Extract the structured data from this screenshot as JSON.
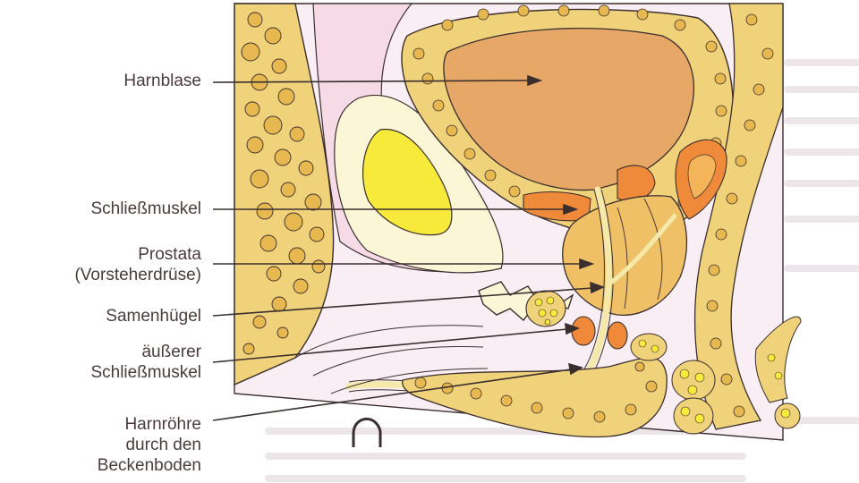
{
  "labels": {
    "harnblase": "Harnblase",
    "schliessmuskel": "Schließmuskel",
    "prostata_1": "Prostata",
    "prostata_2": "(Vorsteherdrüse)",
    "samenhuegel": "Samenhügel",
    "aeusserer_1": "äußerer",
    "aeusserer_2": "Schließmuskel",
    "harnroehre_1": "Harnröhre",
    "harnroehre_2": "durch den",
    "harnroehre_3": "Beckenboden"
  },
  "colors": {
    "outline": "#3a2e2e",
    "tissue_yellow": "#f0d27a",
    "cell_fill": "#e8b850",
    "pink_soft": "#f6dbe6",
    "bladder": "#e7a867",
    "prostata": "#efc066",
    "sphincter": "#ee8a3a",
    "bright_yellow": "#f7ea3a",
    "label_text": "#4a3c3c"
  }
}
